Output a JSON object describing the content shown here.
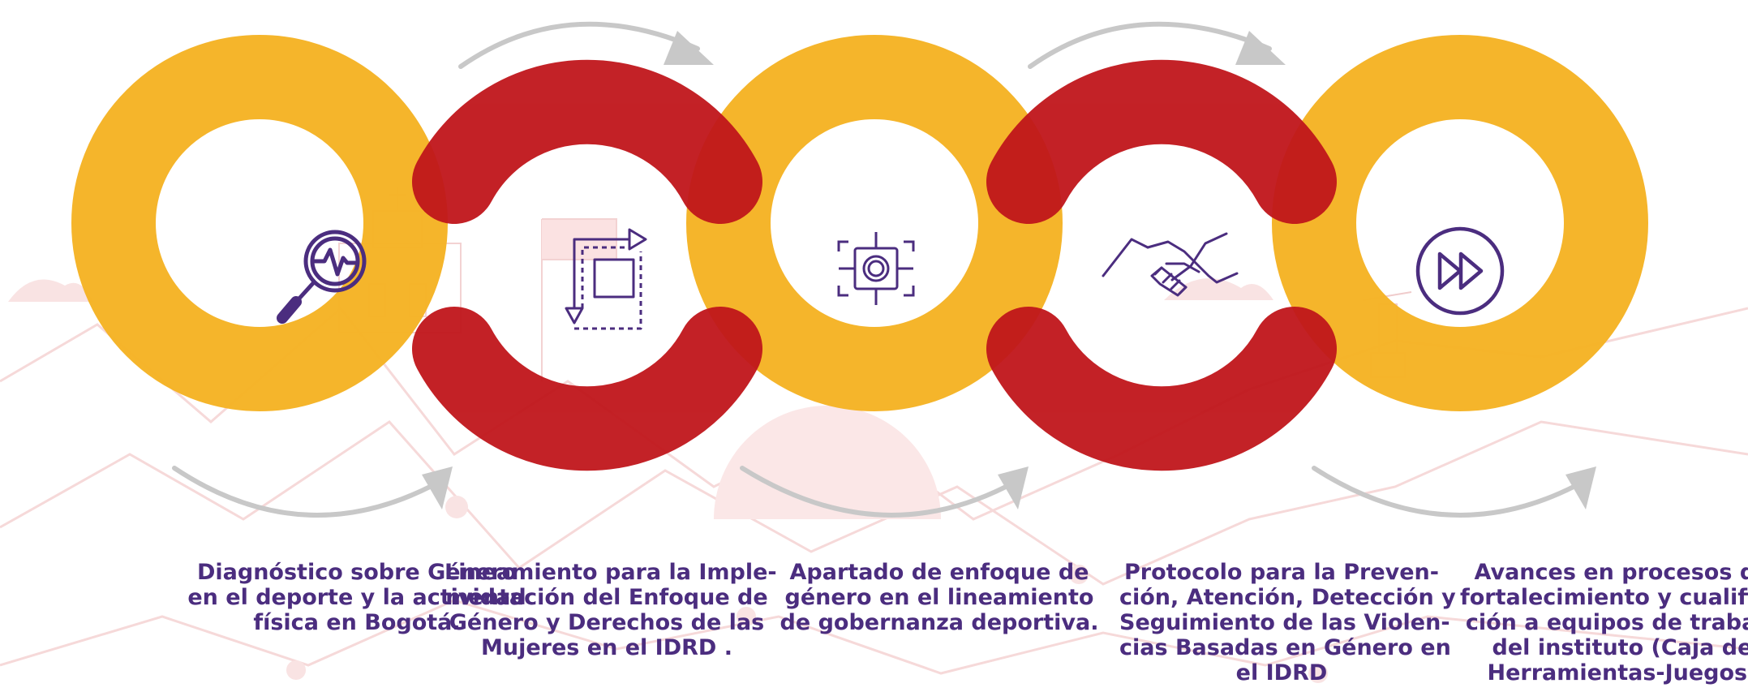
{
  "colors": {
    "yellow": "#f5b324",
    "red": "#c0161b",
    "purple": "#4b2d7f",
    "arrow_gray": "#c8c8c8",
    "background_sketch": "#f7dede"
  },
  "steps": [
    {
      "icon": "magnifier-heartbeat-icon",
      "ring_color": "yellow",
      "lines": [
        "Diagnóstico sobre Género",
        "en el deporte y la actividad",
        "física en Bogotá."
      ]
    },
    {
      "icon": "flow-arrows-icon",
      "ring_color": "red",
      "lines": [
        "Lineamiento para la Imple-",
        "mentación del Enfoque de",
        "Género y Derechos de las",
        "Mujeres en el IDRD ."
      ]
    },
    {
      "icon": "target-focus-icon",
      "ring_color": "yellow",
      "lines": [
        "Apartado de enfoque de",
        "género en el lineamiento",
        "de gobernanza deportiva."
      ]
    },
    {
      "icon": "handshake-icon",
      "ring_color": "red",
      "lines": [
        "Protocolo para la Preven-",
        "ción, Atención, Detección y",
        "Seguimiento de las Violen-",
        "cias Basadas en Género en",
        "el IDRD"
      ]
    },
    {
      "icon": "fast-forward-icon",
      "ring_color": "yellow",
      "lines": [
        "Avances en procesos de",
        "fortalecimiento y cualifica-",
        "ción a equipos de trabajo",
        "del instituto (Caja de",
        "Herramientas-Juegos)"
      ]
    }
  ]
}
